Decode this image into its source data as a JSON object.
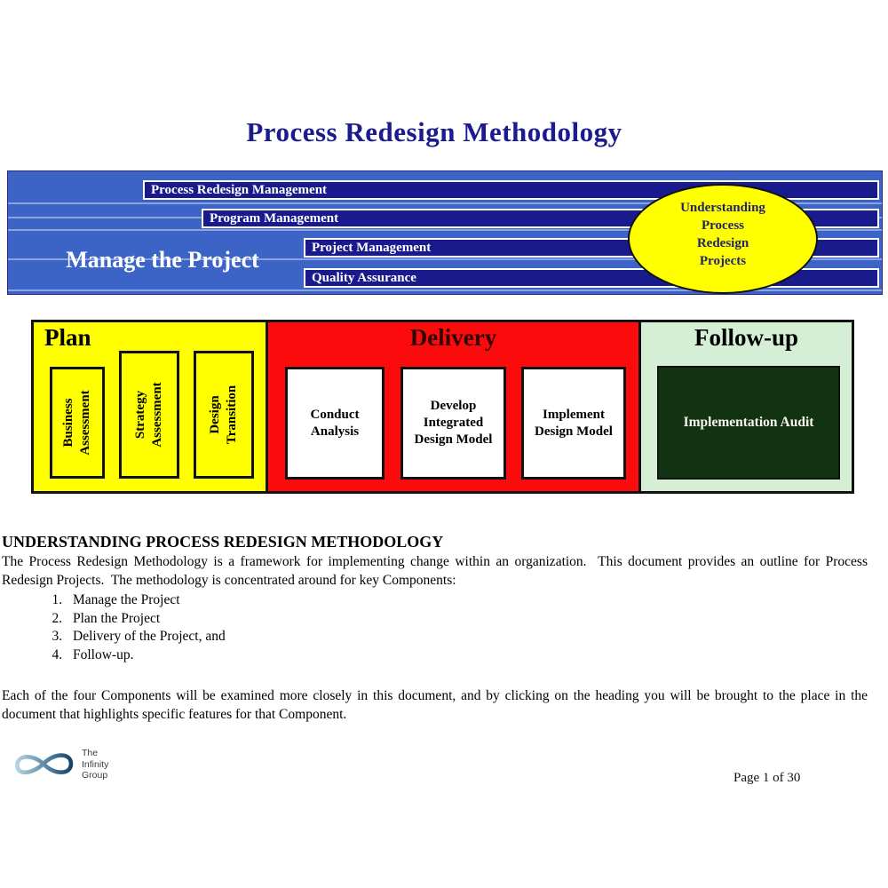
{
  "title": "Process Redesign Methodology",
  "banner": {
    "label": "Manage the Project",
    "bars": [
      "Process Redesign Management",
      "Program Management",
      "Project Management",
      "Quality Assurance"
    ],
    "ellipse_lines": [
      "Understanding",
      "Process",
      "Redesign",
      "Projects"
    ]
  },
  "phases": {
    "plan": {
      "heading": "Plan",
      "boxes": [
        {
          "line1": "Business",
          "line2": "Assessment"
        },
        {
          "line1": "Strategy",
          "line2": "Assessment"
        },
        {
          "line1": "Design",
          "line2": "Transition"
        }
      ]
    },
    "delivery": {
      "heading": "Delivery",
      "boxes": [
        "Conduct Analysis",
        "Develop Integrated Design Model",
        "Implement Design Model"
      ]
    },
    "followup": {
      "heading": "Follow-up",
      "box": "Implementation Audit"
    }
  },
  "body": {
    "heading": "UNDERSTANDING PROCESS REDESIGN METHODOLOGY",
    "paragraph1": "The Process Redesign Methodology is a framework for implementing change within an organization.  This document provides an outline for Process Redesign Projects.  The methodology is concentrated around for key Components:",
    "list": [
      "Manage the Project",
      "Plan the Project",
      "Delivery of the Project, and",
      "Follow-up."
    ],
    "paragraph2": "Each of the four Components will be examined more closely in this document, and by clicking on the heading you will be brought to the place in the document that highlights specific features for that Component."
  },
  "footer": {
    "logo_lines": [
      "The",
      "Infinity",
      "Group"
    ],
    "page_label": "Page 1 of 30"
  },
  "colors": {
    "title_text": "#1b1b8f",
    "banner_bg": "#3c64c6",
    "bar_bg": "#191b8c",
    "ellipse_bg": "#ffff00",
    "plan_bg": "#ffff00",
    "delivery_bg": "#fb0b0b",
    "followup_bg": "#d4efd4",
    "audit_box_bg": "#123312"
  }
}
